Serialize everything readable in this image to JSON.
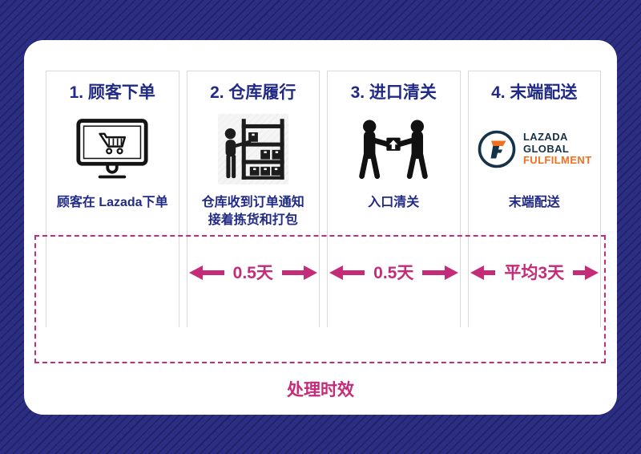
{
  "colors": {
    "frame_navy": "#2b2e83",
    "frame_stripe": "#1f2160",
    "accent_pink": "#c42b78",
    "text_navy": "#212a85",
    "column_border": "#d9d9d9",
    "logo_navy": "#163248",
    "logo_orange": "#f26f21"
  },
  "steps": [
    {
      "title": "1. 顾客下单",
      "icon": "monitor-cart-icon",
      "caption_lines": [
        "顾客在 Lazada下单"
      ],
      "duration": ""
    },
    {
      "title": "2. 仓库履行",
      "icon": "warehouse-picking-icon",
      "caption_lines": [
        "仓库收到订单通知",
        "接着拣货和打包"
      ],
      "duration": "0.5天"
    },
    {
      "title": "3. 进口清关",
      "icon": "customs-handover-icon",
      "caption_lines": [
        "入口清关"
      ],
      "duration": "0.5天"
    },
    {
      "title": "4. 末端配送",
      "icon": "lazada-global-fulfilment-logo",
      "caption_lines": [
        "末端配送"
      ],
      "duration": "平均3天"
    }
  ],
  "logo": {
    "line1": "LAZADA",
    "line2": "GLOBAL",
    "line3": "FULFILMENT"
  },
  "timeline_label": "处理时效"
}
